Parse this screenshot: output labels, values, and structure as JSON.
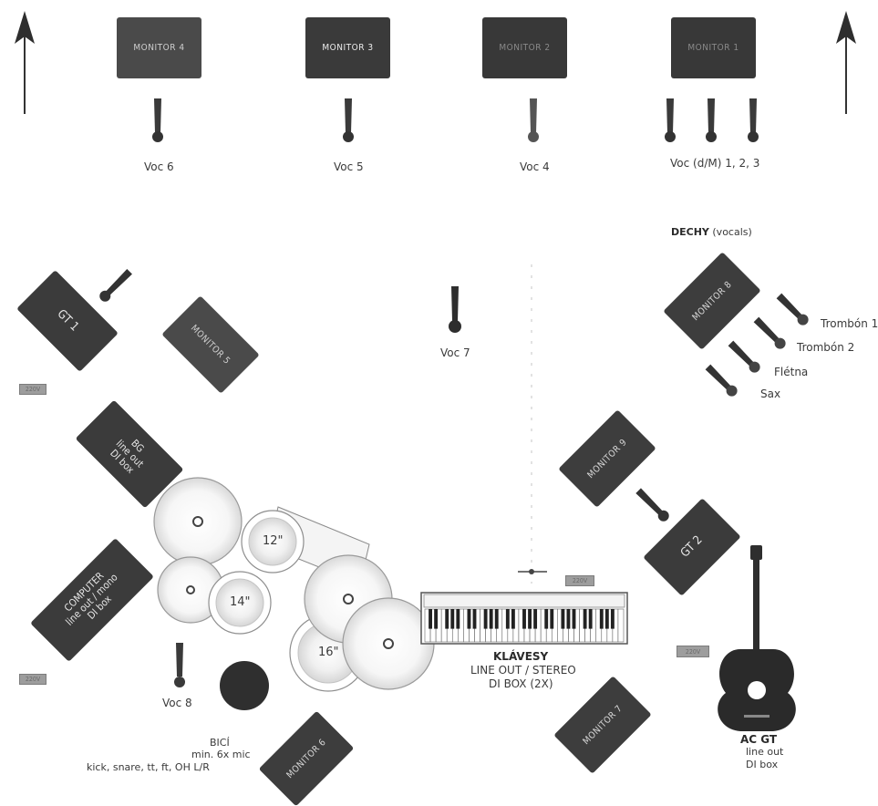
{
  "front_monitors": [
    {
      "label": "MONITOR 4"
    },
    {
      "label": "MONITOR 3"
    },
    {
      "label": "MONITOR 2"
    },
    {
      "label": "MONITOR 1"
    }
  ],
  "front_vocals": {
    "voc6": "Voc 6",
    "voc5": "Voc 5",
    "voc4": "Voc 4",
    "voc123": "Voc (d/M) 1, 2, 3"
  },
  "winds": {
    "title": "DECHY",
    "title_suffix": "(vocals)",
    "monitor": "MONITOR 8",
    "instruments": [
      "Trombón 1",
      "Trombón 2",
      "Flétna",
      "Sax"
    ]
  },
  "left": {
    "gt1": "GT 1",
    "monitor5": "MONITOR 5",
    "power": "220V",
    "bg_lines": [
      "BG",
      "line out",
      "DI box"
    ],
    "computer_lines": [
      "COMPUTER",
      "line out / mono",
      "DI box"
    ],
    "power2": "220V"
  },
  "center": {
    "voc7": "Voc 7",
    "voc8": "Voc 8",
    "toms": [
      "12\"",
      "14\"",
      "16\""
    ]
  },
  "keys": {
    "title": "KLÁVESY",
    "line1": "LINE OUT / STEREO",
    "line2": "DI BOX (2X)",
    "power": "220V"
  },
  "drums": {
    "title": "BICÍ",
    "line1": "min. 6x mic",
    "line2": "kick, snare, tt, ft, OH L/R",
    "monitor": "MONITOR 6"
  },
  "right": {
    "monitor9": "MONITOR 9",
    "gt2": "GT 2",
    "power": "220V",
    "monitor7": "MONITOR 7",
    "acgt_title": "AC GT",
    "acgt_line1": "line out",
    "acgt_line2": "DI box"
  }
}
